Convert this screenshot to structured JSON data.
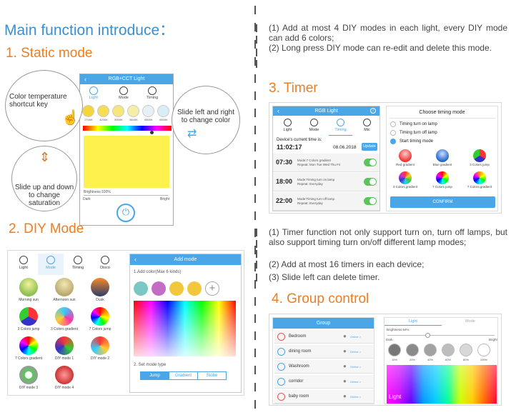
{
  "left": {
    "main_title": "Main function introduce：",
    "static_heading": "1. Static mode",
    "diy_heading": "2. DIY Mode"
  },
  "static_app": {
    "title": "RGB+CCT Light",
    "tabs": [
      "Light",
      "Mode",
      "Timing"
    ],
    "temps": [
      "2700K",
      "4200K",
      "5000K",
      "5600K",
      "6500K",
      "6500K"
    ],
    "temp_colors": [
      "#f4d63c",
      "#f6dd55",
      "#f6e57a",
      "#f6eda8",
      "#e6f1f5",
      "#d8edf6"
    ],
    "brightness_label": "Brightness:100%",
    "dark_label": "Dark",
    "bright_label": "Bright",
    "swatch_color": "#fff14d"
  },
  "callouts": {
    "color_temp": "Color temperature\nshortcut key",
    "slide_color": "Slide left and right\nto change color",
    "slide_sat": "Slide up and down\nto change\nsaturation"
  },
  "diy_app": {
    "tabs": [
      "Light",
      "Mode",
      "Timing",
      "Disco"
    ],
    "modes": [
      "Morning sun",
      "Afternoon sun",
      "Dusk",
      "3 Colors jump",
      "3 Colors gradient",
      "7 Colors jump",
      "7 Colors gradient",
      "DIY mode 1",
      "DIY mode 2",
      "DIY mode 3",
      "DIY mode 4"
    ]
  },
  "add_mode": {
    "title": "Add mode",
    "add_color_label": "1.Add color(Max 6 kinds)",
    "set_mode_label": "2. Set mode type",
    "buttons": [
      "Jump",
      "Gradient",
      "Stobe"
    ],
    "colors": [
      "#7ac8c4",
      "#c26cc6",
      "#f2c73c",
      "#f2c73c"
    ]
  },
  "right": {
    "diy_notes": "(1) Add at most 4 DIY modes in each light, every DIY mode can add 6 colors;\n(2) Long press DIY mode can re-edit and delete this mode.",
    "timer_heading": "3. Timer",
    "timer_notes_1": "(1) Timer function not only support turn on, turn off lamps, but also support timing turn on/off different lamp modes;",
    "timer_notes_2": "(2)  Add at most 16 timers in each device;",
    "timer_notes_3": "(3)  Slide left can delete timer.",
    "group_heading": "4. Group control"
  },
  "timer_app": {
    "title": "RGB Light",
    "tabs": [
      "Light",
      "Mode",
      "Timing",
      "Mic"
    ],
    "current_time_label": "Device's current time is:",
    "time": "11:02:17",
    "date": "08.06.2018",
    "update_label": "Update",
    "timers": [
      {
        "time": "07:30",
        "line1": "Mode:7 Colors gradient",
        "line2": "Repeat: Mon Tue Wed Thu Fri"
      },
      {
        "time": "18:00",
        "line1": "Mode:Timing turn on lamp",
        "line2": "Repeat: Everyday"
      },
      {
        "time": "22:00",
        "line1": "Mode:Timing turn off lamp",
        "line2": "Repeat: Everyday"
      }
    ]
  },
  "timing_mode": {
    "title": "Choose timing mode",
    "options": [
      "Timing turn on lamp",
      "Timing turn off lamp",
      "Start timing mode"
    ],
    "items": [
      "Red gradient",
      "Blue gradient",
      "3 Colors jump",
      "3 Colors gradient",
      "7 Colors jump",
      "7 Colors gradient"
    ],
    "confirm": "CONFIRM"
  },
  "group_app": {
    "title": "Group",
    "rooms": [
      "Bedroom",
      "dining room",
      "Washroom",
      "corridor",
      "baby room"
    ],
    "online": "Online >",
    "tabs": [
      "Light",
      "Mode"
    ],
    "brightness_label": "Brightness:64%",
    "dark_label": "Dark",
    "bright_label": "Bright",
    "levels": [
      "10%",
      "20%",
      "40%",
      "60%",
      "80%",
      "100%"
    ],
    "level_colors": [
      "#777777",
      "#8a8a8a",
      "#a2a2a2",
      "#bdbdbd",
      "#d8d8d8",
      "#ffffff"
    ],
    "light_label": "Light"
  }
}
